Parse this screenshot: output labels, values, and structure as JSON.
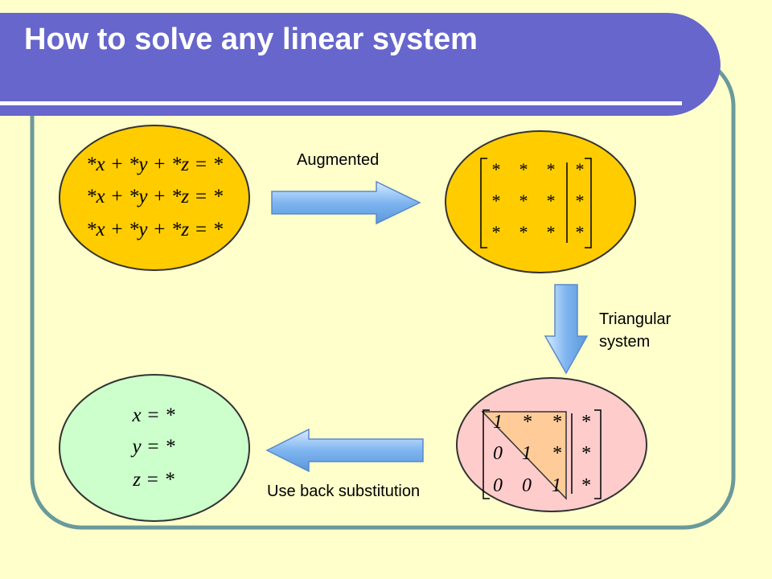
{
  "title": "How to solve any linear system",
  "colors": {
    "background": "#FFFFCC",
    "title_bar": "#6666CC",
    "frame": "#6B9A9A",
    "orange": "#FFCC00",
    "green": "#CCFFCC",
    "pink": "#FFCCCC",
    "triangle": "#FFCC99",
    "arrow": "#7FB5F0"
  },
  "labels": {
    "augmented": "Augmented",
    "triangular_line1": "Triangular",
    "triangular_line2": "system",
    "back_substitution": "Use back substitution"
  },
  "system": {
    "rows": [
      "*x + *y + *z = *",
      "*x + *y + *z = *",
      "*x + *y + *z = *"
    ]
  },
  "augmented_matrix": {
    "rows": [
      [
        "*",
        "*",
        "*",
        "*"
      ],
      [
        "*",
        "*",
        "*",
        "*"
      ],
      [
        "*",
        "*",
        "*",
        "*"
      ]
    ]
  },
  "triangular_matrix": {
    "rows": [
      [
        "1",
        "*",
        "*",
        "*"
      ],
      [
        "0",
        "1",
        "*",
        "*"
      ],
      [
        "0",
        "0",
        "1",
        "*"
      ]
    ]
  },
  "solution": {
    "rows": [
      "x = *",
      "y = *",
      "z = *"
    ]
  }
}
